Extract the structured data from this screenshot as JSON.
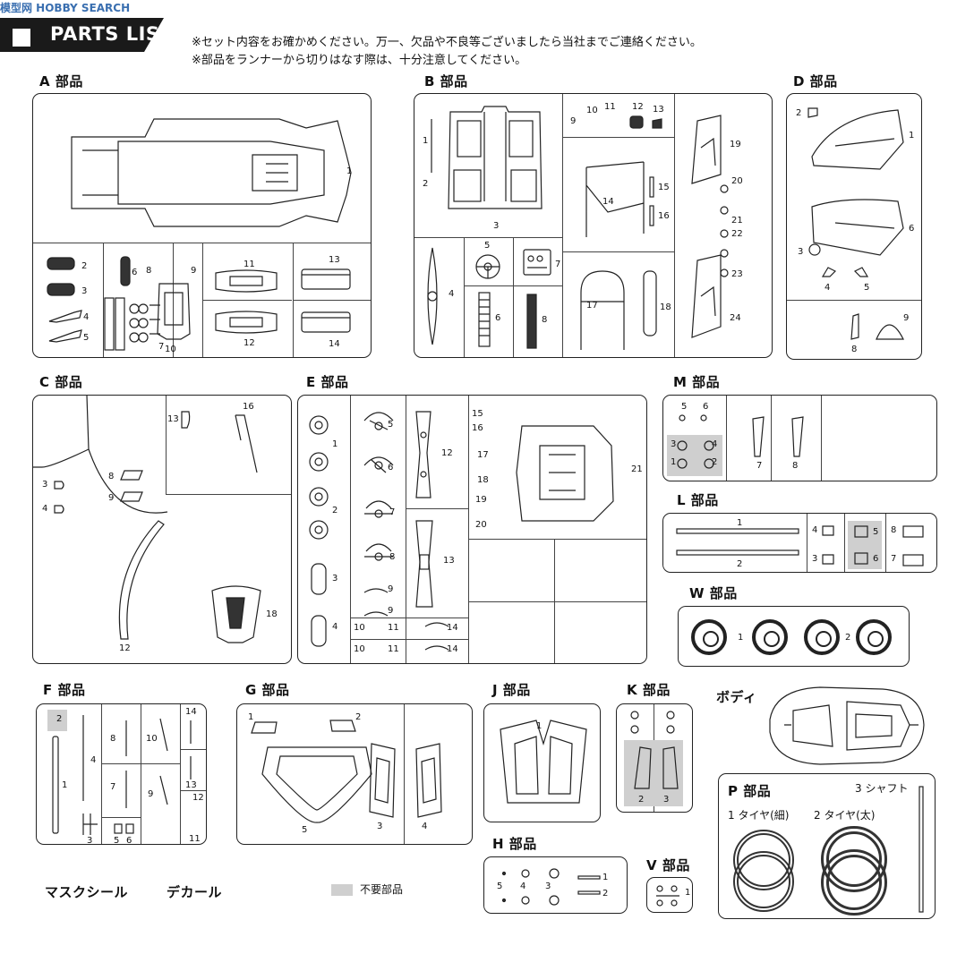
{
  "watermark": "模型网 HOBBY SEARCH",
  "header": {
    "title": "PARTS LIST",
    "notice1": "※セット内容をお確かめください。万一、欠品や不良等ございましたら当社までご連絡ください。",
    "notice2": "※部品をランナーから切りはなす際は、十分注意してください。"
  },
  "sections": {
    "A": "A 部品",
    "B": "B 部品",
    "C": "C 部品",
    "D": "D 部品",
    "E": "E 部品",
    "M": "M 部品",
    "L": "L 部品",
    "W": "W 部品",
    "F": "F 部品",
    "G": "G 部品",
    "J": "J 部品",
    "K": "K 部品",
    "H": "H 部品",
    "V": "V 部品",
    "P": "P 部品"
  },
  "body_label": "ボディ",
  "p_parts": {
    "shaft": "3 シャフト",
    "tire_thin": "1 タイヤ(細)",
    "tire_thick": "2 タイヤ(太)"
  },
  "footer": {
    "mask_seal": "マスクシール",
    "decal": "デカール",
    "unneeded": "不要部品"
  },
  "colors": {
    "frame": "#222222",
    "gray_unneeded": "#cfcfcf",
    "header_bg": "#1a1a1a"
  },
  "part_numbers": {
    "A": [
      "1",
      "2",
      "3",
      "4",
      "5",
      "6",
      "7",
      "8",
      "9",
      "10",
      "11",
      "12",
      "13",
      "14"
    ],
    "B": [
      "1",
      "2",
      "3",
      "4",
      "5",
      "6",
      "7",
      "8",
      "9",
      "10",
      "11",
      "12",
      "13",
      "14",
      "15",
      "16",
      "17",
      "18",
      "19",
      "20",
      "21",
      "22",
      "23",
      "24"
    ],
    "C": [
      "3",
      "4",
      "8",
      "9",
      "12",
      "13",
      "16",
      "18"
    ],
    "D": [
      "1",
      "2",
      "3",
      "4",
      "5",
      "6",
      "8",
      "9"
    ],
    "E": [
      "1",
      "2",
      "3",
      "4",
      "5",
      "6",
      "7",
      "8",
      "9",
      "9",
      "10",
      "11",
      "10",
      "11",
      "12",
      "13",
      "14",
      "14",
      "15",
      "16",
      "17",
      "18",
      "19",
      "20",
      "21"
    ],
    "M": [
      "5",
      "6",
      "3",
      "4",
      "1",
      "2",
      "7",
      "8"
    ],
    "L": [
      "1",
      "2",
      "4",
      "3",
      "5",
      "6",
      "8",
      "7"
    ],
    "W": [
      "1",
      "2"
    ],
    "F": [
      "2",
      "1",
      "4",
      "3",
      "8",
      "7",
      "5",
      "6",
      "10",
      "9",
      "14",
      "13",
      "12",
      "11"
    ],
    "G": [
      "1",
      "2",
      "3",
      "4",
      "5"
    ],
    "J": [
      "1"
    ],
    "K": [
      "2",
      "3"
    ],
    "H": [
      "5",
      "4",
      "3",
      "1",
      "2"
    ],
    "V": [
      "1"
    ]
  }
}
